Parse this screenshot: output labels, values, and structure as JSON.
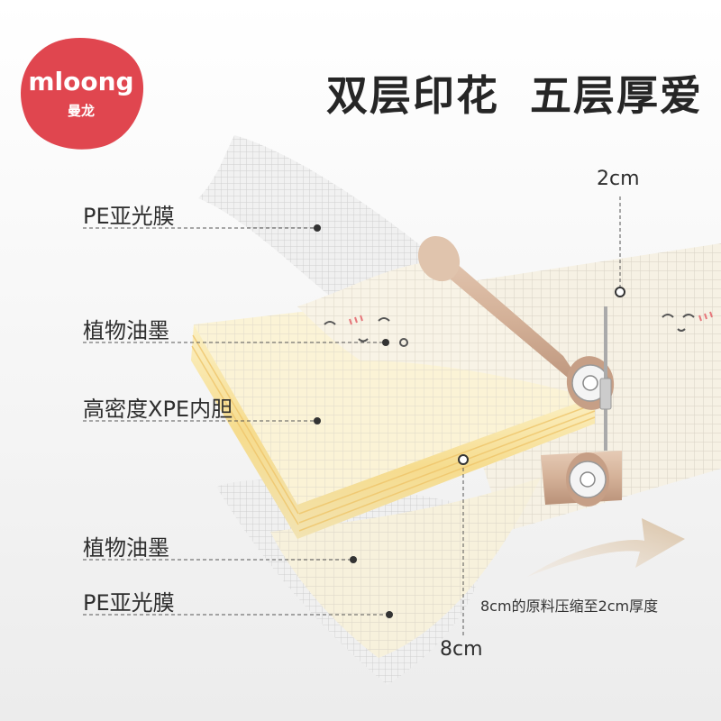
{
  "brand": {
    "name": "mloong",
    "sub": "曼龙",
    "color": "#e0464f"
  },
  "headline": {
    "part1": "双层印花",
    "part2": "五层厚爱"
  },
  "layers": [
    {
      "label": "PE亚光膜"
    },
    {
      "label": "植物油墨"
    },
    {
      "label": "高密度XPE内胆"
    },
    {
      "label": "植物油墨"
    },
    {
      "label": "PE亚光膜"
    }
  ],
  "dimensions": {
    "compressed": "2cm",
    "raw": "8cm",
    "note": "8cm的原料压缩至2cm厚度"
  }
}
